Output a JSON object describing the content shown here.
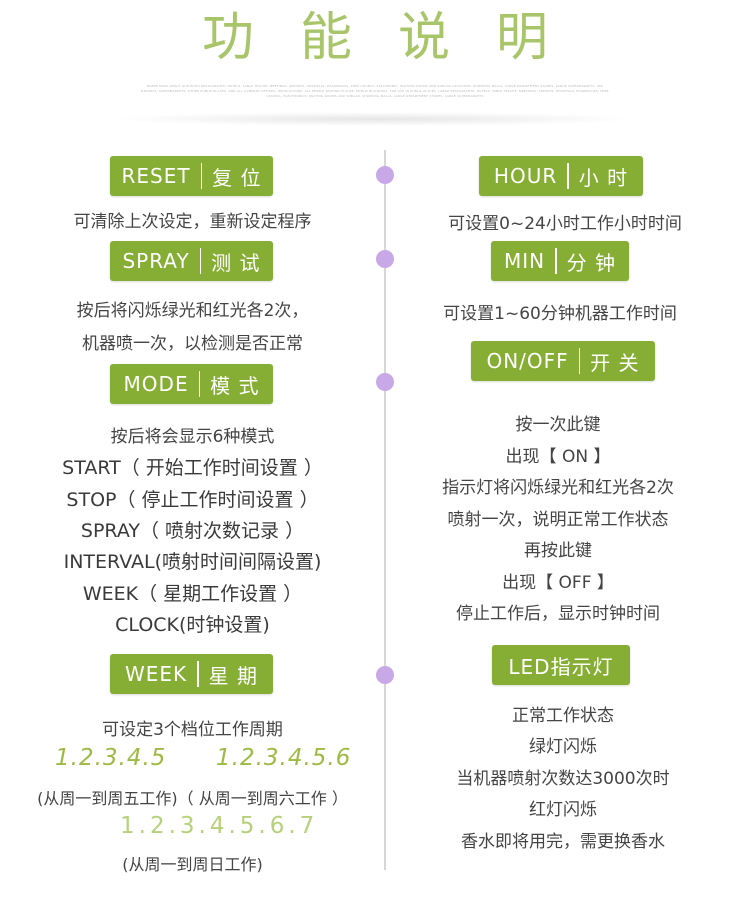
{
  "header": {
    "title": "功能说明",
    "fineprint": "MAPPE MAMI ABOUT OUR EDITA RESTAURANTE, HOTELS, TABLE TEACHE, MEETINGS, APPORTS, HOSPITALS, PHARMACIES, FREE COUNCIL ELECTRONIC, WAITING ROOMS AND SIMILAR LOCATIONS, SHOPPING MALLS, LARGE DEPARTMENT STORES, LARGE SUPERMARKETS, SPA RESORTS, SUPERMARKETS, OTHER PUBLIC PLACES, AND ALL COMPANY OFFICES, INSTRUCTIONS, ALL PEOPLE WAITING PLACES, PUBLIC BUILDINGS, FOR USE IN PUBLIC PLACES, LARGE RESTAURANTS, HOTELS, TABLE TEACHE, MEETINGS, APPORTS, HOSPITALS, PHARMACIES, FREE COUNCIL, ELECTRONICS, WAITING ROOMS AND SIMILAR, SHOPPING MALLS, LARGE DEPARTMENT STORES, LARGE SUPERMARKETS"
  },
  "left": {
    "reset": {
      "en": "RESET",
      "cn": "复 位",
      "desc": "可清除上次设定，重新设定程序"
    },
    "spray": {
      "en": "SPRAY",
      "cn": "测 试",
      "desc1": "按后将闪烁绿光和红光各2次，",
      "desc2": "机器喷一次，以检测是否正常"
    },
    "mode": {
      "en": "MODE",
      "cn": "模 式",
      "intro": "按后将会显示6种模式",
      "items": [
        "START（ 开始工作时间设置 ）",
        "STOP（ 停止工作时间设置 ）",
        "SPRAY（ 喷射次数记录 ）",
        "INTERVAL(喷射时间间隔设置)",
        "WEEK（ 星期工作设置 ）",
        "CLOCK(时钟设置)"
      ]
    },
    "week": {
      "en": "WEEK",
      "cn": "星 期",
      "intro": "可设定3个档位工作周期",
      "opt1": "1.2.3.4.5",
      "opt2": "1.2.3.4.5.6",
      "note12": "(从周一到周五工作)（ 从周一到周六工作 ）",
      "opt3": "1.2.3.4.5.6.7",
      "note3": "(从周一到周日工作)"
    }
  },
  "right": {
    "hour": {
      "en": "HOUR",
      "cn": "小 时",
      "desc": "可设置0~24小时工作小时时间"
    },
    "min": {
      "en": "MIN",
      "cn": "分 钟",
      "desc": "可设置1~60分钟机器工作时间"
    },
    "onoff": {
      "en": "ON/OFF",
      "cn": "开 关",
      "lines": [
        "按一次此键",
        "出现【 ON 】",
        "指示灯将闪烁绿光和红光各2次",
        "喷射一次，说明正常工作状态",
        "再按此键",
        "出现【 OFF 】",
        "停止工作后，显示时钟时间"
      ]
    },
    "led": {
      "label": "LED指示灯",
      "lines": [
        "正常工作状态",
        "绿灯闪烁",
        "当机器喷射次数达3000次时",
        "红灯闪烁",
        "香水即将用完，需更换香水"
      ]
    }
  },
  "colors": {
    "accent": "#86ae34",
    "title": "#a9c56a",
    "dot": "#c9a8e8",
    "line": "#d6d6d6"
  }
}
